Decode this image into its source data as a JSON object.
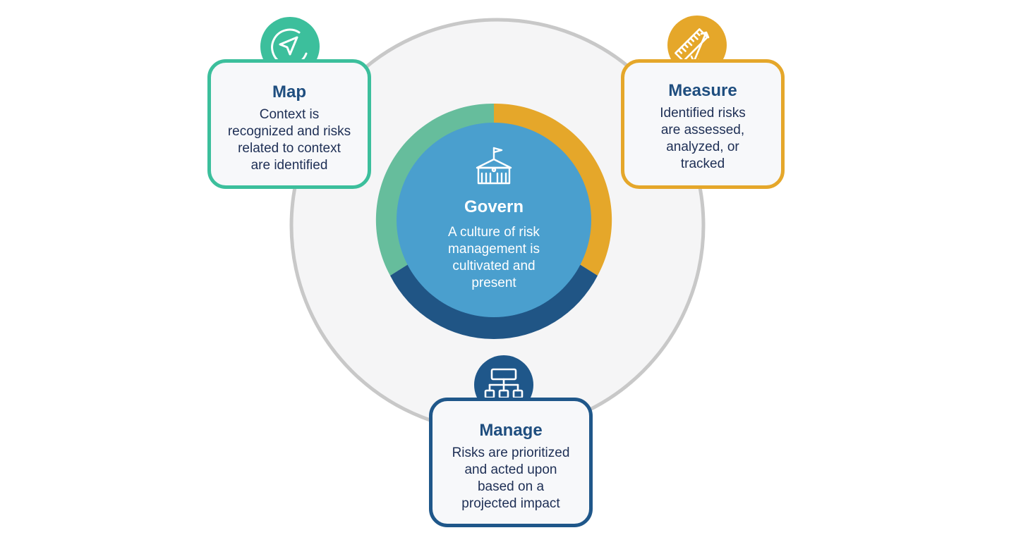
{
  "govern": {
    "title": "Govern",
    "description": "A culture of risk\nmanagement is\ncultivated and\npresent",
    "icon": "building-icon",
    "color": "#4a9fce"
  },
  "map": {
    "title": "Map",
    "description": "Context is\nrecognized and risks\nrelated to context\nare identified",
    "icon": "navigation-arrow-icon",
    "color": "#3cbf9c"
  },
  "measure": {
    "title": "Measure",
    "description": "Identified risks\nare assessed,\nanalyzed, or\ntracked",
    "icon": "ruler-icon",
    "color": "#e5a72a"
  },
  "manage": {
    "title": "Manage",
    "description": "Risks are prioritized\nand acted upon\nbased on a\nprojected impact",
    "icon": "hierarchy-icon",
    "color": "#1f578a"
  },
  "colors": {
    "outer_ring": "#c8c8c8",
    "outer_fill": "#f5f5f6",
    "ring_map": "#66bd9c",
    "ring_measure": "#e5a72a",
    "ring_manage": "#205585",
    "center_fill": "#4a9fce",
    "text_dark": "#1e2f55",
    "title_blue": "#1f4e7f"
  }
}
